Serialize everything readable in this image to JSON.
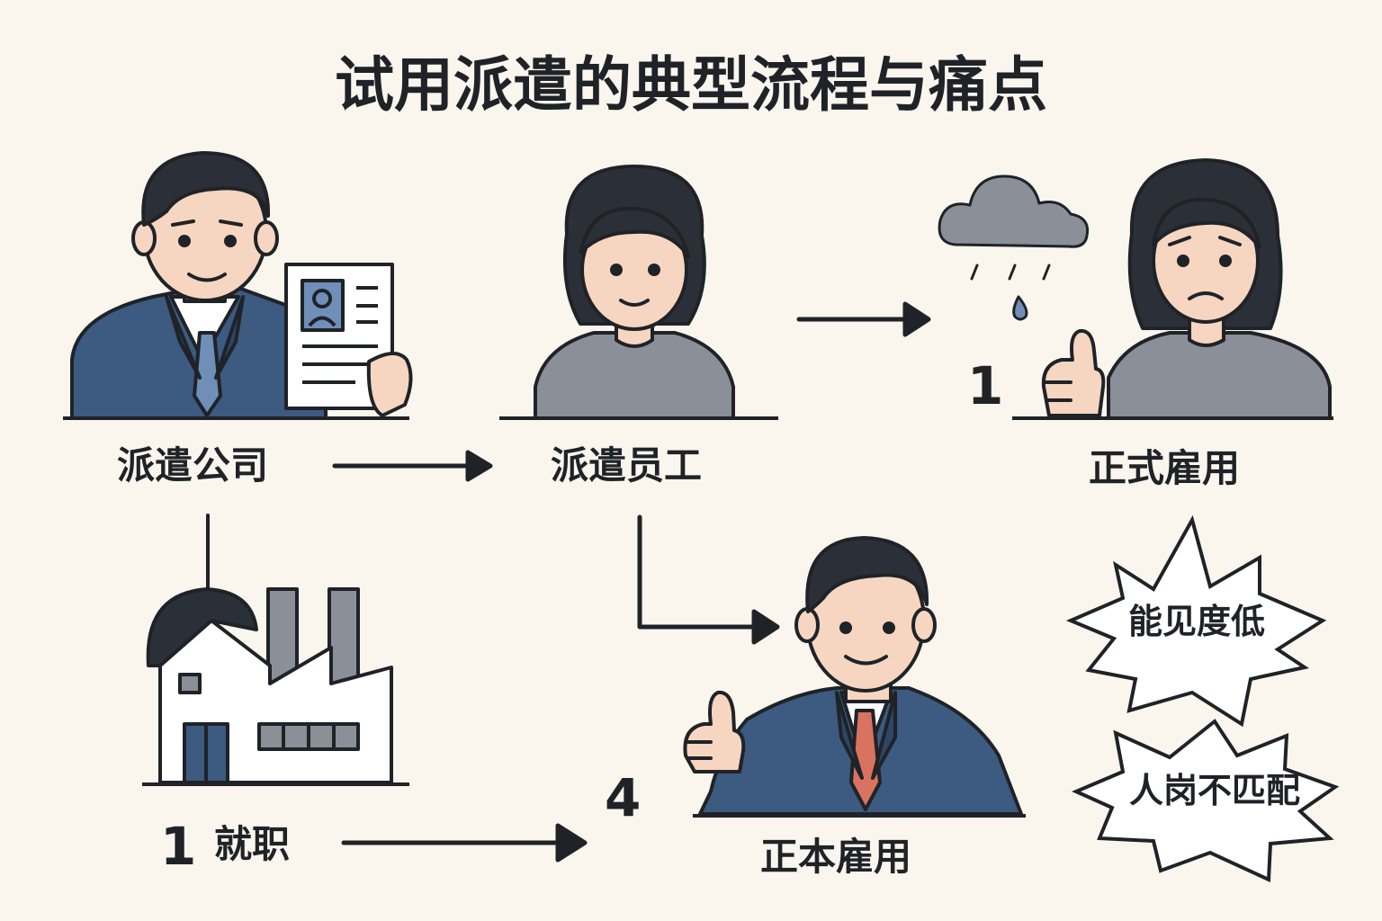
{
  "title": "试用派遣的典型流程与痛点",
  "nodes": {
    "agency": "派遣公司",
    "worker": "派遣员工",
    "hire_right": "正式雇用",
    "employment_bottom": "正本雇用"
  },
  "steps": {
    "job": "就职",
    "job_number": "1",
    "right_number": "1",
    "bottom_number": "4"
  },
  "pain_points": [
    "能见度低",
    "人岗不匹配"
  ],
  "colors": {
    "background": "#faf6ee",
    "outline": "#1f2328",
    "suit": "#3d5a80",
    "skin": "#f6d6c0",
    "hair": "#2b3038",
    "shirt_gray": "#8a8f98",
    "tie_red": "#d9735f",
    "cloud": "#8a8f98"
  },
  "icons": [
    "agent-person-icon",
    "resume-document-icon",
    "female-worker-icon",
    "rain-cloud-icon",
    "sad-worker-icon",
    "thumbs-up-icon",
    "factory-icon",
    "hired-person-icon"
  ]
}
